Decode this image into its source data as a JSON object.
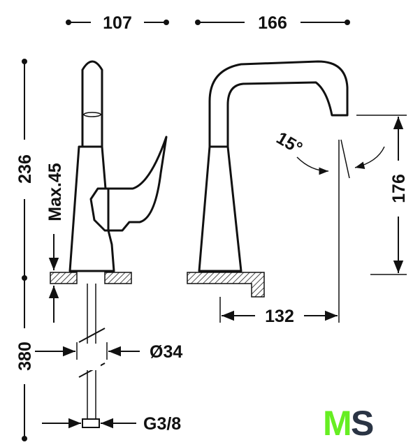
{
  "dimensions": {
    "width_front": "107",
    "width_side": "166",
    "height_total": "236",
    "max_thickness": "Max.45",
    "angle": "15°",
    "spout_height": "176",
    "spout_reach": "132",
    "hose_length": "380",
    "hole_diameter": "Ø34",
    "connection": "G3/8"
  },
  "logo": {
    "text_m": "M",
    "text_s": "S",
    "color_m": "#66ee22",
    "color_s": "#2a3444"
  }
}
